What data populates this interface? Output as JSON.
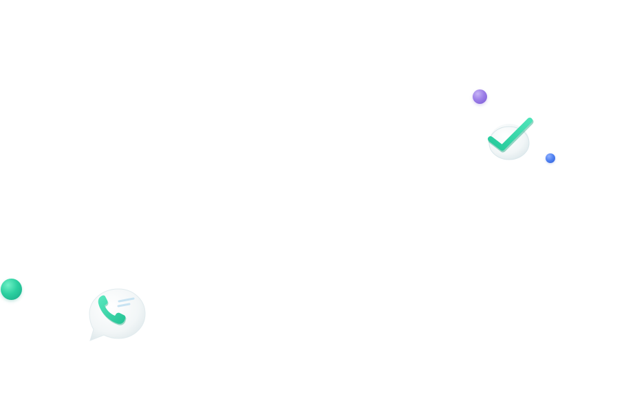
{
  "illustration": {
    "check_badge": {
      "icon": "checkmark-icon",
      "accent_color": "#2fd5a5"
    },
    "phone_bubble": {
      "icon": "phone-icon",
      "accent_color": "#3ad6a8"
    },
    "decor_dots": [
      {
        "name": "purple-dot",
        "color": "#9d7fe8"
      },
      {
        "name": "blue-dot",
        "color": "#4d7ff0"
      },
      {
        "name": "teal-dot",
        "color": "#2cd0a0"
      }
    ]
  }
}
